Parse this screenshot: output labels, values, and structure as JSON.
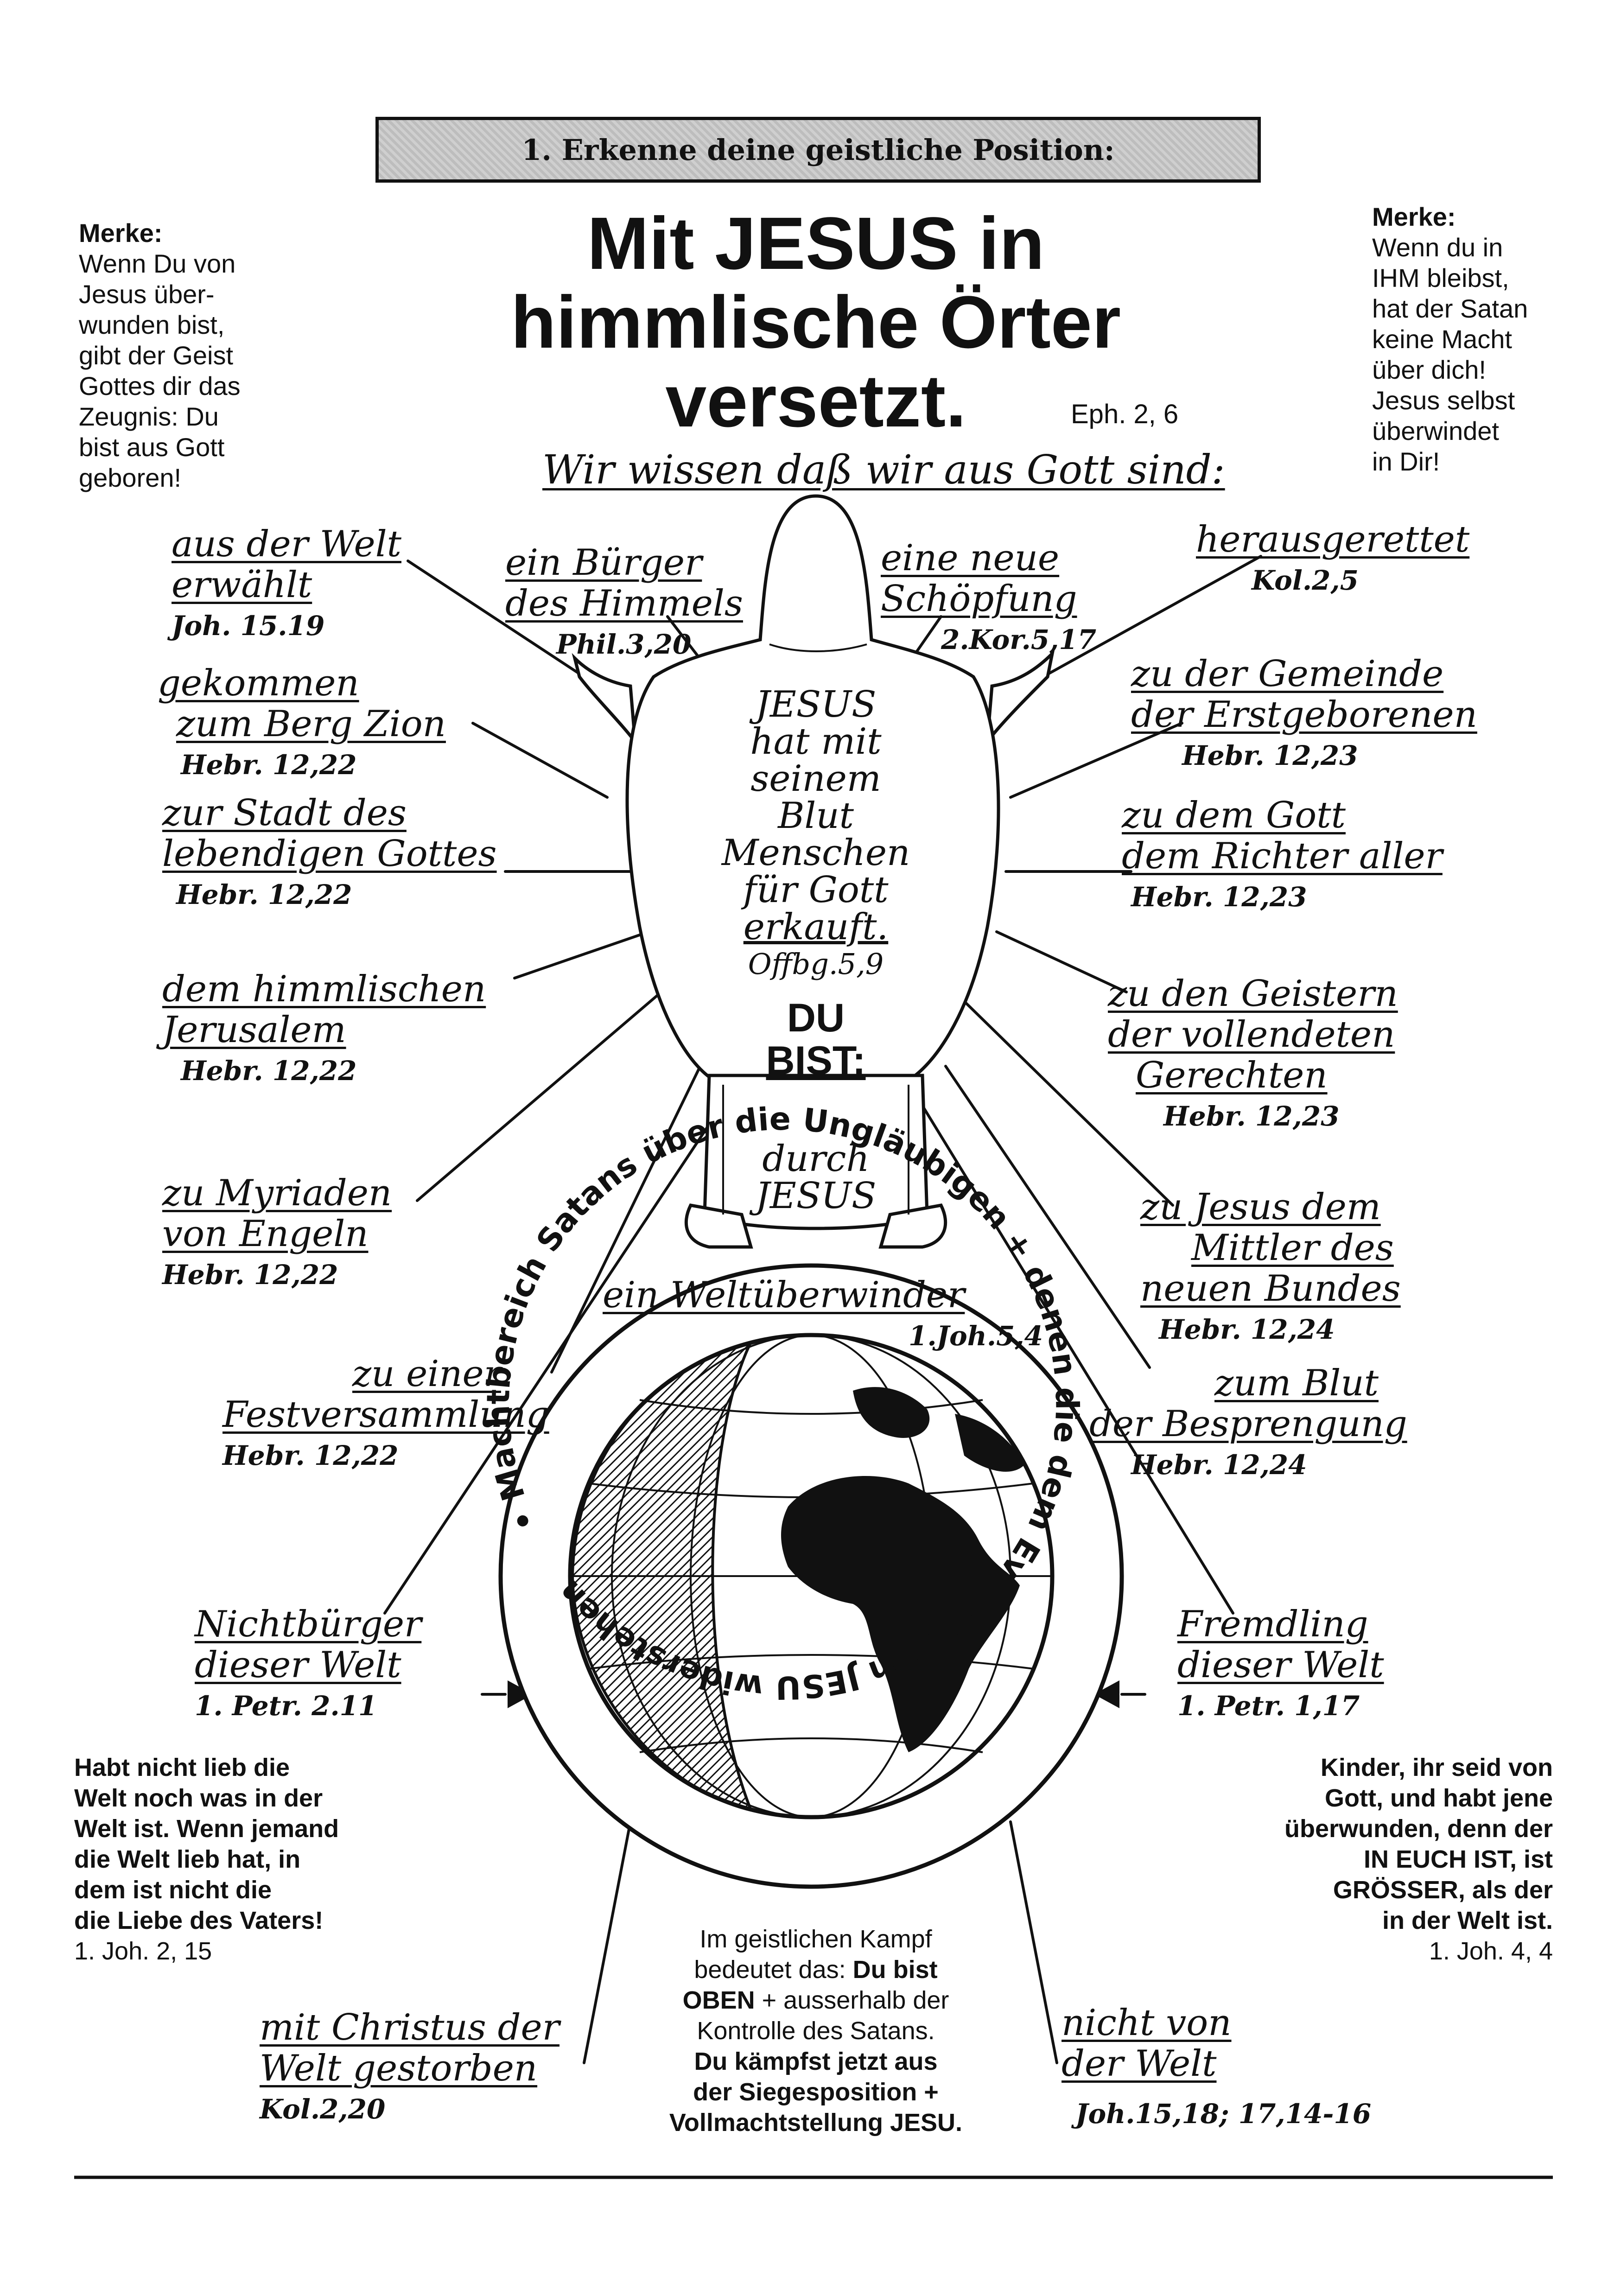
{
  "header": {
    "section_title": "1. Erkenne deine geistliche Position:"
  },
  "title": {
    "line1": "Mit JESUS in",
    "line2": "himmlische Örter",
    "line3": "versetzt.",
    "ref": "Eph. 2, 6"
  },
  "subtitle": "Wir wissen daß wir aus Gott sind:",
  "merke_left": {
    "label": "Merke:",
    "lines": [
      "Wenn Du von",
      "Jesus über-",
      "wunden bist,",
      "gibt der Geist",
      "Gottes dir das",
      "Zeugnis: Du",
      "bist aus Gott",
      "geboren!"
    ]
  },
  "merke_right": {
    "label": "Merke:",
    "lines": [
      "Wenn du in",
      "IHM bleibst,",
      "hat der Satan",
      "keine Macht",
      "über dich!",
      "Jesus selbst",
      "überwindet",
      "in Dir!"
    ]
  },
  "labels": {
    "aus_der_welt": {
      "l1": "aus der Welt",
      "l2": "erwählt",
      "ref": "Joh. 15.19"
    },
    "buerger": {
      "l1": "ein Bürger",
      "l2": "des Himmels",
      "ref": "Phil.3,20"
    },
    "schoepfung": {
      "l1": "eine neue",
      "l2": "Schöpfung",
      "ref": "2.Kor.5,17"
    },
    "herausgerettet": {
      "l1": "herausgerettet",
      "ref": "Kol.2,5"
    },
    "berg_zion": {
      "l1": "gekommen",
      "l2": "zum Berg Zion",
      "ref": "Hebr. 12,22"
    },
    "gemeinde": {
      "l1": "zu der Gemeinde",
      "l2": "der Erstgeborenen",
      "ref": "Hebr. 12,23"
    },
    "stadt": {
      "l1": "zur Stadt des",
      "l2": "lebendigen Gottes",
      "ref": "Hebr. 12,22"
    },
    "richter": {
      "l1": "zu dem Gott",
      "l2": "dem Richter aller",
      "ref": "Hebr. 12,23"
    },
    "jerusalem": {
      "l1": "dem himmlischen",
      "l2": "Jerusalem",
      "ref": "Hebr. 12,22"
    },
    "geister": {
      "l1": "zu den Geistern",
      "l2": "der vollendeten",
      "l3": "Gerechten",
      "ref": "Hebr. 12,23"
    },
    "myriaden": {
      "l1": "zu Myriaden",
      "l2": "von Engeln",
      "ref": "Hebr. 12,22"
    },
    "mittler": {
      "l1": "zu Jesus dem",
      "l2": "Mittler des",
      "l3": "neuen Bundes",
      "ref": "Hebr. 12,24"
    },
    "weltueberwinder": {
      "l1": "ein Weltüberwinder",
      "ref": "1.Joh.5,4"
    },
    "festversammlung": {
      "l1": "zu einer",
      "l2": "Festversammlung",
      "ref": "Hebr. 12,22"
    },
    "blut": {
      "l1": "zum Blut",
      "l2": "der Besprengung",
      "ref": "Hebr. 12,24"
    },
    "nichtbuerger": {
      "l1": "Nichtbürger",
      "l2": "dieser Welt",
      "ref": "1. Petr. 2.11"
    },
    "fremdling": {
      "l1": "Fremdling",
      "l2": "dieser Welt",
      "ref": "1. Petr. 1,17"
    },
    "gestorben": {
      "l1": "mit Christus der",
      "l2": "Welt gestorben",
      "ref": "Kol.2,20"
    },
    "nicht_von": {
      "l1": "nicht von",
      "l2": "der Welt",
      "ref": "Joh.15,18; 17,14-16"
    }
  },
  "jesus_body": {
    "lines": [
      "JESUS",
      "hat mit",
      "seinem",
      "Blut",
      "Menschen",
      "für Gott",
      "erkauft."
    ],
    "ref": "Offbg.5,9",
    "du": "DU",
    "bist": "BIST:",
    "durch": "durch",
    "jesus": "JESUS"
  },
  "globe": {
    "ring_text": "• Machtbereich Satans über die Ungläubigen + denen die dem Evangelium JESU widerstehen"
  },
  "left_quote": {
    "bold_lines": [
      "Habt nicht lieb die",
      "Welt noch was in der",
      "Welt ist. Wenn jemand",
      "die Welt lieb hat, in",
      "dem ist nicht die",
      "die Liebe des Vaters!"
    ],
    "ref": "1. Joh. 2, 15"
  },
  "right_quote": {
    "lines": [
      "Kinder, ihr seid von",
      "Gott, und habt jene",
      "überwunden, denn der",
      "IN EUCH IST, ist",
      "GRÖSSER, als der",
      "in der Welt ist."
    ],
    "ref": "1. Joh. 4, 4"
  },
  "center_note": {
    "l1": "Im geistlichen Kampf",
    "l2a": "bedeutet das: ",
    "l2b": "Du bist",
    "l3a": "OBEN",
    "l3b": " + ausserhalb der",
    "l4": "Kontrolle des Satans.",
    "l5": "Du kämpfst jetzt aus",
    "l6": "der Siegesposition +",
    "l7": "Vollmachtstellung JESU."
  }
}
